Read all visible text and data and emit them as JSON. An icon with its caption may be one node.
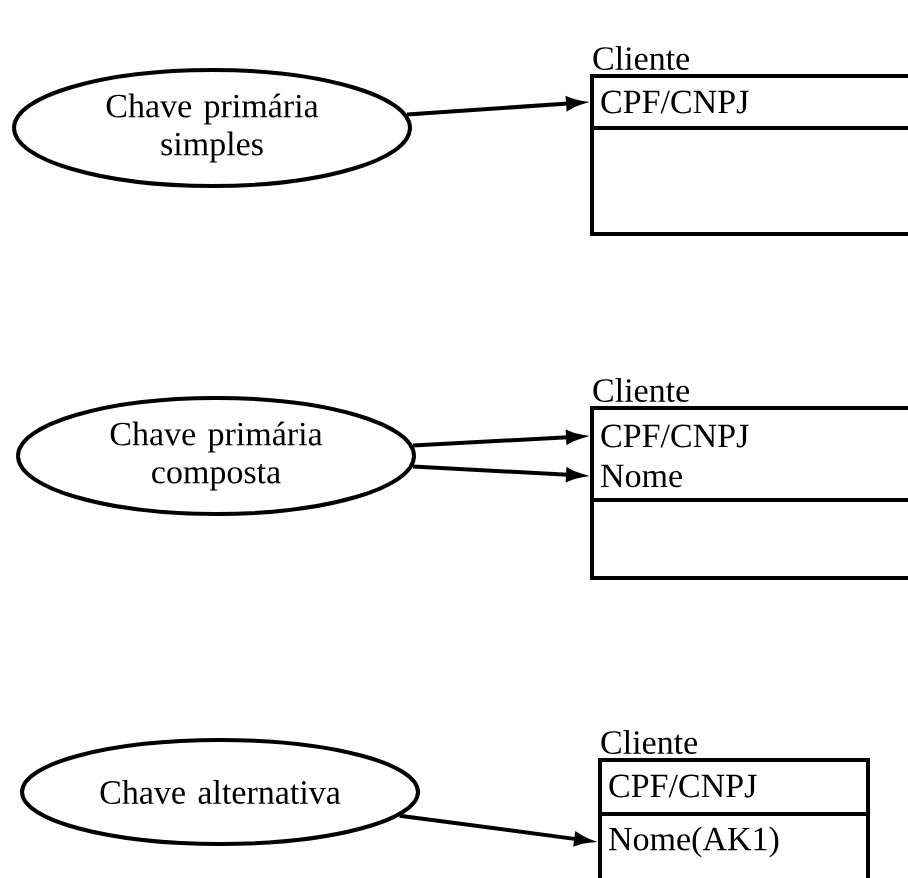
{
  "diagram": {
    "nodes": [
      {
        "text": [
          "Chave primária simples"
        ]
      },
      {
        "text": [
          "Cliente"
        ]
      },
      {
        "text": [
          "CPF/CNPJ"
        ],
        "in": 1
      },
      {
        "text": [
          "Chave primária composta"
        ]
      },
      {
        "text": [
          "Cliente"
        ]
      },
      {
        "text": [
          "CPF/CNPJ"
        ],
        "in": 4
      },
      {
        "text": [
          "Nome"
        ],
        "in": 4
      },
      {
        "text": [
          "Chave alternativa"
        ]
      },
      {
        "text": [
          "Cliente"
        ]
      },
      {
        "text": [
          "CPF/CNPJ"
        ],
        "in": 8
      },
      {
        "text": [
          "Nome(AK1)"
        ],
        "in": 8
      }
    ],
    "edges": [
      {
        "from": 0,
        "to": 2,
        "arrow": "to"
      },
      {
        "from": 3,
        "to": 5,
        "arrow": "to"
      },
      {
        "from": 3,
        "to": 6,
        "arrow": "to"
      },
      {
        "from": 7,
        "to": 10,
        "arrow": "to"
      }
    ]
  }
}
